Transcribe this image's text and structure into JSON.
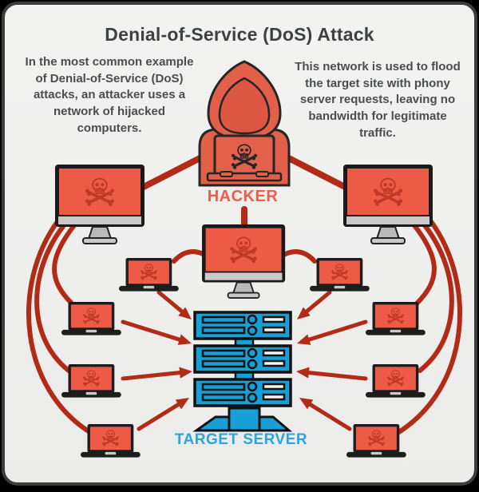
{
  "title": "Denial-of-Service (DoS) Attack",
  "panels": {
    "left_note": "In the most common example of Denial-of-Service (DoS) attacks, an attacker uses a network of hijacked computers.",
    "right_note": "This network is used to flood the target site with phony server requests, leaving no bandwidth for legitimate traffic."
  },
  "nodes": {
    "hacker": {
      "label": "HACKER",
      "icon": "hooded-hacker-at-laptop-icon"
    },
    "target_server": {
      "label": "TARGET SERVER",
      "icon": "server-rack-icon"
    },
    "infected_desktop_count": 3,
    "infected_laptop_count": 8,
    "infected_screen_icon": "skull-crossbones-icon"
  },
  "colors": {
    "card_background": "#eeeeed",
    "card_border": "#3c3c3c",
    "infected_screen_red": "#ed5a45",
    "skull_red": "#bf3a27",
    "connection_line_red": "#b22b17",
    "server_blue": "#189fd6",
    "hacker_label": "#e8604a",
    "server_label": "#28a7de",
    "title_text": "#3e4144",
    "body_text": "#4a4d50"
  }
}
